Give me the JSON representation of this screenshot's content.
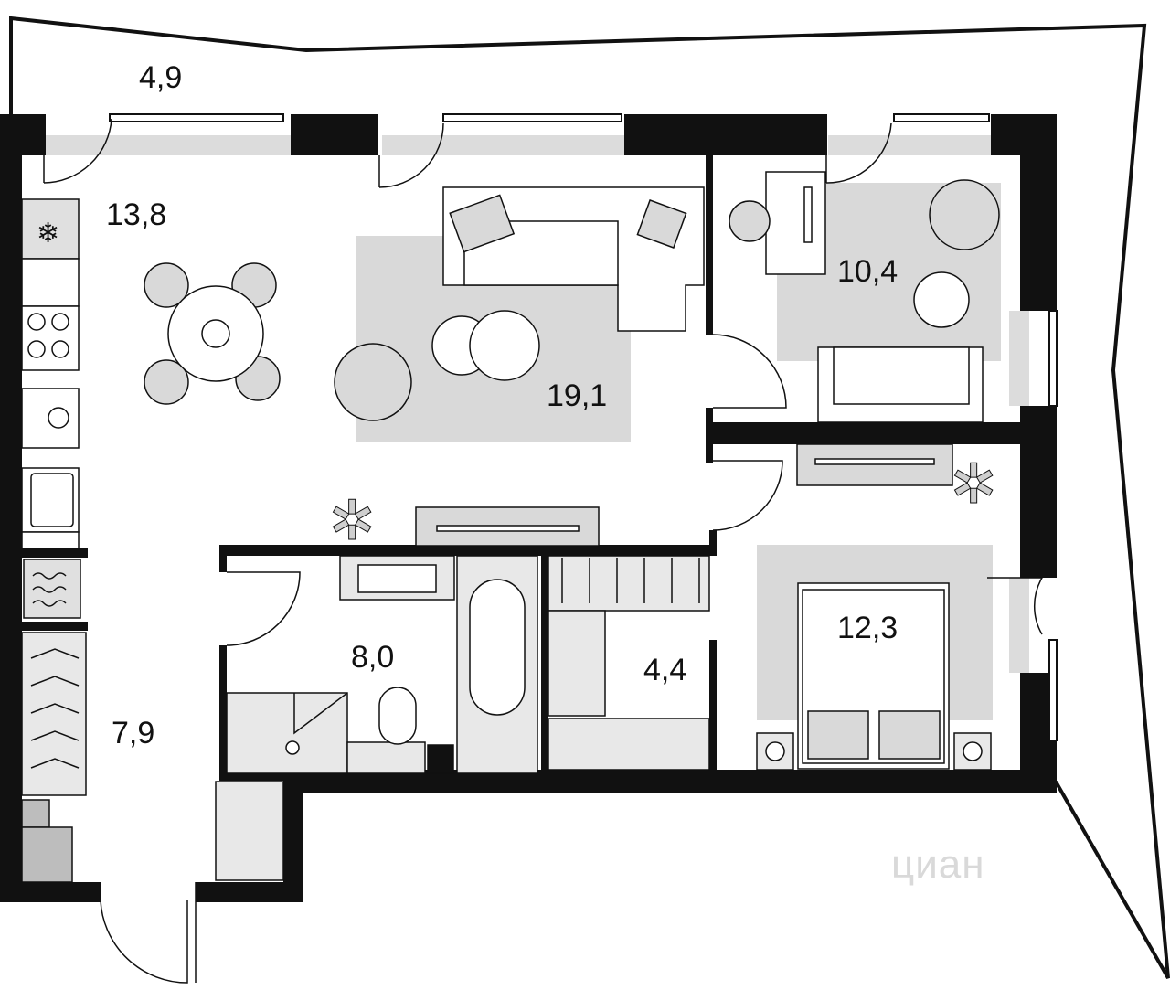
{
  "rooms": [
    {
      "id": "balcony",
      "area": "4,9"
    },
    {
      "id": "kitchen",
      "area": "13,8"
    },
    {
      "id": "living",
      "area": "19,1"
    },
    {
      "id": "bedroom-1",
      "area": "10,4"
    },
    {
      "id": "bathroom",
      "area": "8,0"
    },
    {
      "id": "wardrobe",
      "area": "4,4"
    },
    {
      "id": "bedroom-2",
      "area": "12,3"
    },
    {
      "id": "hall",
      "area": "7,9"
    }
  ],
  "watermark": {
    "text": "циан"
  },
  "colors": {
    "wall": "#111111",
    "furniture_fill": "#d9d9d9",
    "outline": "#222222",
    "background": "#ffffff"
  }
}
